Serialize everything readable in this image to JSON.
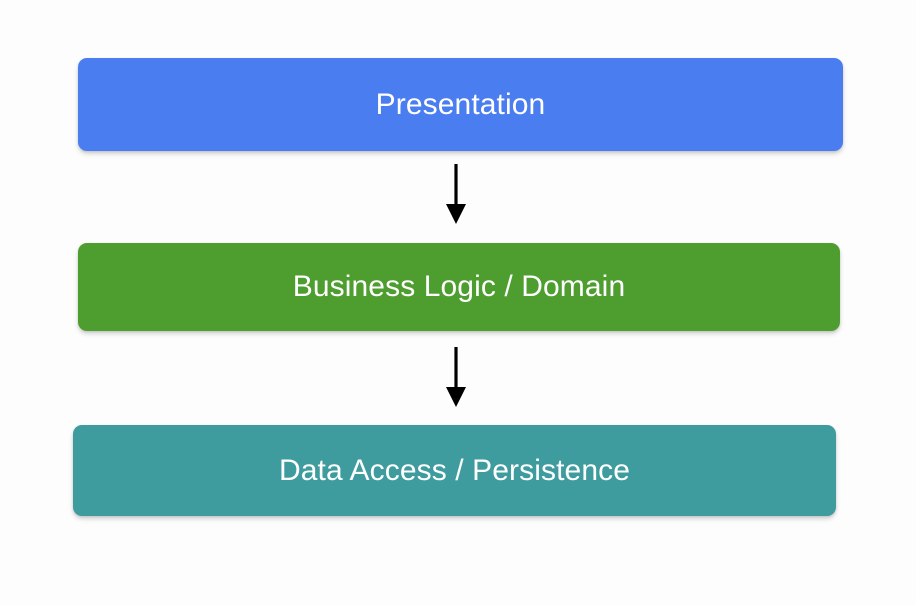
{
  "diagram": {
    "type": "layered-architecture-flow",
    "background_color": "#fdfdfd",
    "layers": [
      {
        "id": "presentation",
        "label": "Presentation",
        "color": "#4a7ef0",
        "text_color": "#ffffff"
      },
      {
        "id": "business-logic",
        "label": "Business Logic / Domain",
        "color": "#4d9e2f",
        "text_color": "#ffffff"
      },
      {
        "id": "data-access",
        "label": "Data Access / Persistence",
        "color": "#3f9c9e",
        "text_color": "#ffffff"
      }
    ],
    "connectors": [
      {
        "id": "presentation-to-business",
        "from": "presentation",
        "to": "business-logic",
        "direction": "down",
        "color": "#000000",
        "label": ""
      },
      {
        "id": "business-to-data",
        "from": "business-logic",
        "to": "data-access",
        "direction": "down",
        "color": "#000000",
        "label": ""
      }
    ]
  }
}
